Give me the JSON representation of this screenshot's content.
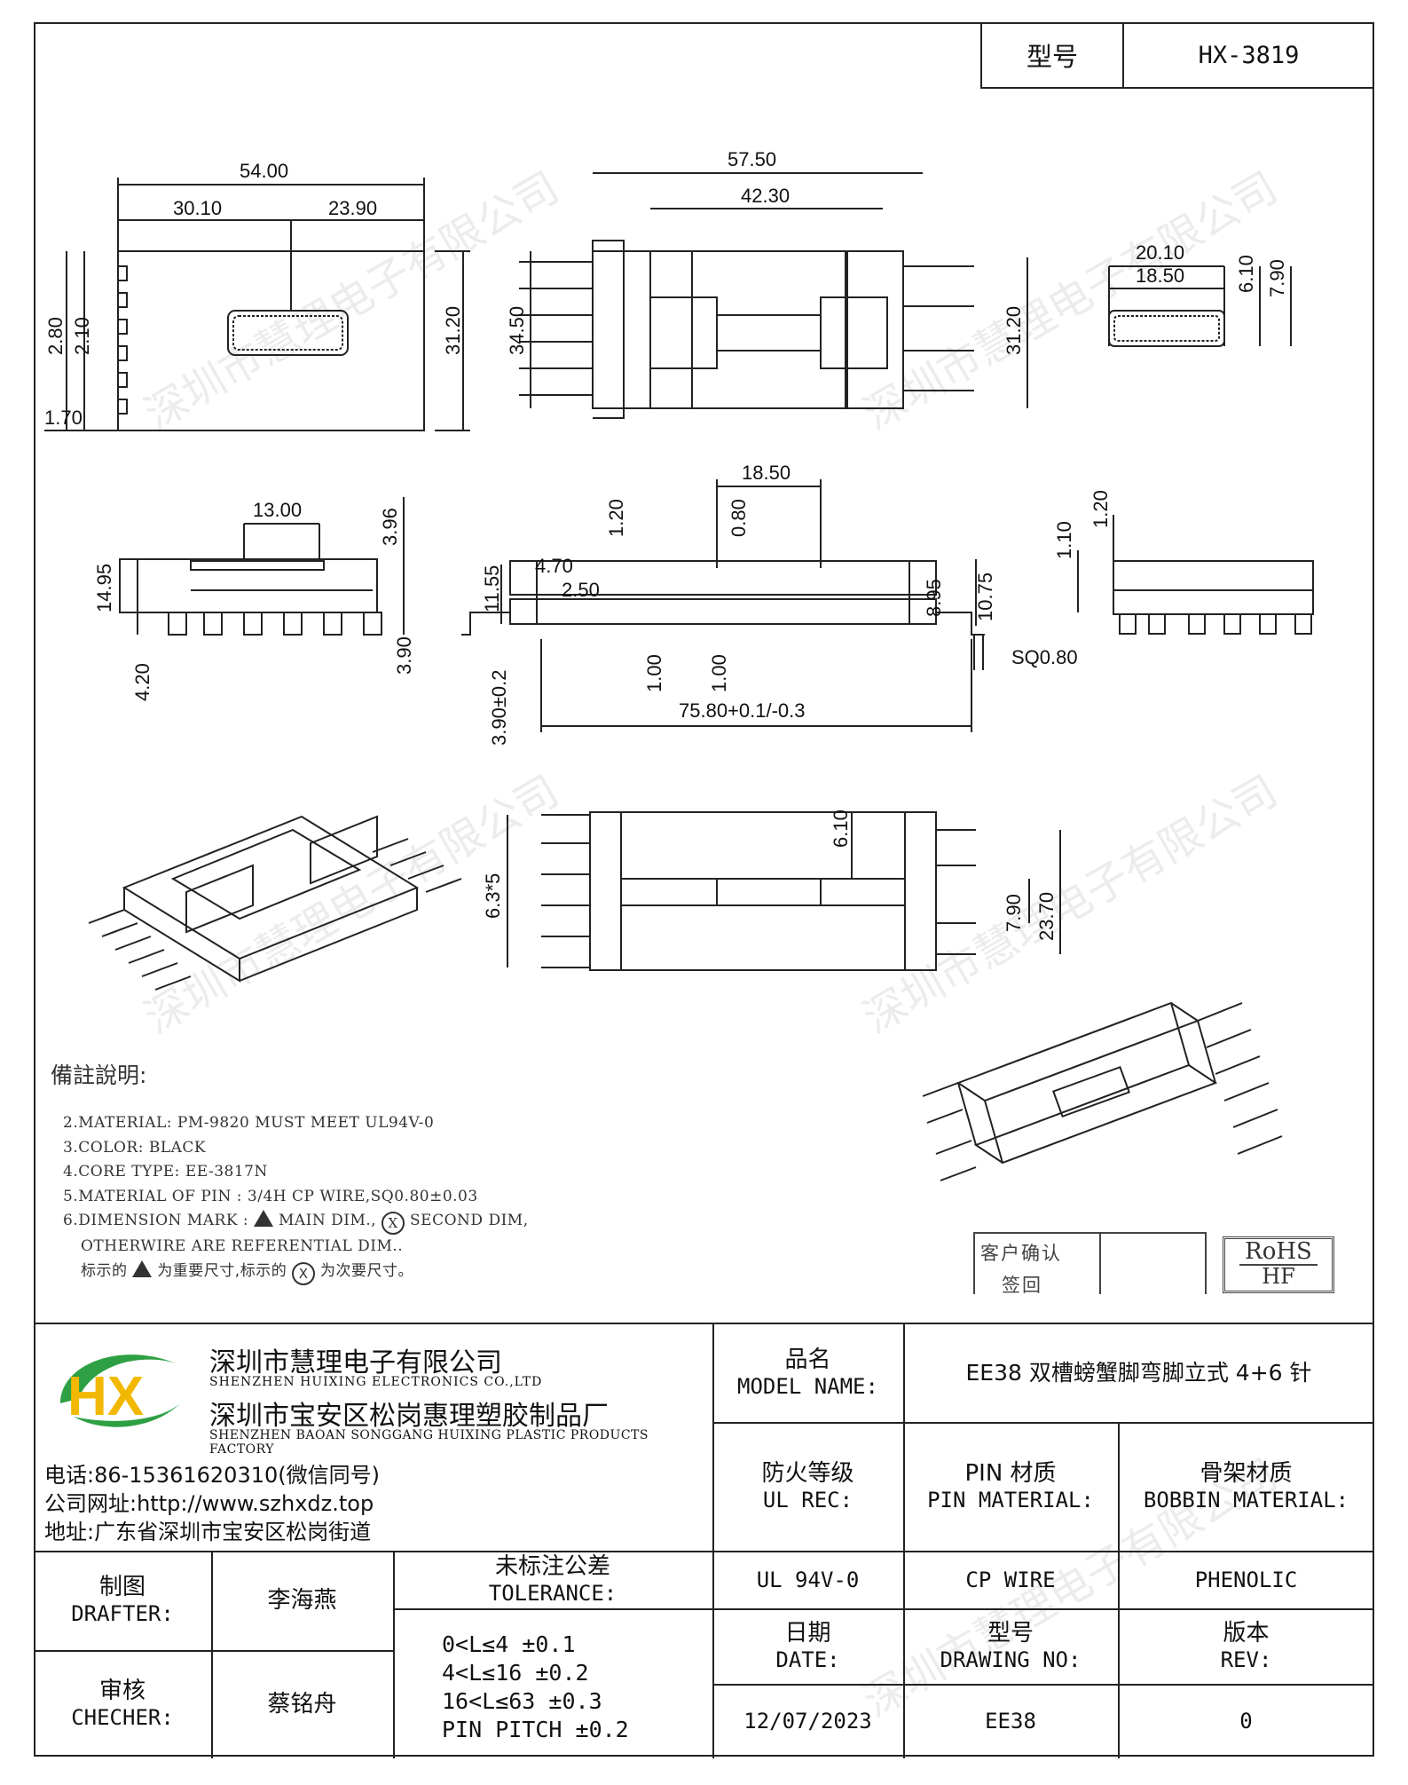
{
  "header": {
    "model_label": "型号",
    "model_value": "HX-3819"
  },
  "dimensions": {
    "top_view": [
      "54.00",
      "30.10",
      "23.90",
      "2.80",
      "2.10",
      "1.70",
      "31.20"
    ],
    "front_view": [
      "57.50",
      "42.30",
      "34.50",
      "31.20"
    ],
    "end_view": [
      "20.10",
      "18.50",
      "6.10",
      "7.90"
    ],
    "side_view": [
      "13.00",
      "3.96",
      "14.95",
      "4.20",
      "3.90"
    ],
    "mid_view": [
      "18.50",
      "1.20",
      "0.80",
      "11.55",
      "4.70",
      "2.50",
      "8.95",
      "10.75",
      "1.00",
      "1.00",
      "SQ0.80",
      "3.90±0.2",
      "75.80+0.1/-0.3"
    ],
    "right_side_view": [
      "1.10",
      "1.20"
    ],
    "bottom_view": [
      "6.10",
      "6.3*5",
      "7.90",
      "23.70"
    ]
  },
  "notes": {
    "title": "備註說明:",
    "lines": [
      "2.MATERIAL: PM-9820 MUST MEET UL94V-0",
      "3.COLOR:  BLACK",
      "4.CORE TYPE: EE-3817N",
      "5.MATERIAL OF PIN : 3/4H CP WIRE,SQ0.80±0.03"
    ],
    "dim_prefix": "6.DIMENSION MARK :",
    "main_dim": "MAIN DIM.,",
    "second_dim": "SECOND DIM,",
    "other_line": "OTHERWIRE ARE REFERENTIAL DIM..",
    "cn_a": "标示的",
    "cn_b": "为重要尺寸,标示的",
    "cn_c": "为次要尺寸。",
    "second_mark": "X"
  },
  "confirm": {
    "line1": "客户确认",
    "line2": "签回"
  },
  "rohs": {
    "line1": "RoHS",
    "line2": "HF"
  },
  "watermark": "深圳市慧理电子有限公司",
  "company": {
    "logo_text": "HX",
    "name_cn": "深圳市慧理电子有限公司",
    "name_en": "SHENZHEN HUIXING ELECTRONICS CO.,LTD",
    "factory_cn": "深圳市宝安区松岗惠理塑胶制品厂",
    "factory_en": "SHENZHEN BAOAN SONGGANG HUIXING PLASTIC PRODUCTS FACTORY",
    "phone": "电话:86-15361620310(微信同号)",
    "website": "公司网址:http://www.szhxdz.top",
    "address": "地址:广东省深圳市宝安区松岗街道"
  },
  "titleblock": {
    "model_name_cn": "品名",
    "model_name_en": "MODEL NAME:",
    "model_name_value": "EE38 双槽螃蟹脚弯脚立式 4+6 针",
    "ul_cn": "防火等级",
    "ul_en": "UL REC:",
    "pin_cn": "PIN 材质",
    "pin_en": "PIN MATERIAL:",
    "bobbin_cn": "骨架材质",
    "bobbin_en": "BOBBIN MATERIAL:",
    "ul_value": "UL 94V-0",
    "pin_value": "CP WIRE",
    "bobbin_value": "PHENOLIC",
    "drafter_cn": "制图",
    "drafter_en": "DRAFTER:",
    "drafter_name": "李海燕",
    "checker_cn": "审核",
    "checker_en": "CHECHER:",
    "checker_name": "蔡铭舟",
    "tol_cn": "未标注公差",
    "tol_en": "TOLERANCE:",
    "tol_lines": [
      "0<L≤4  ±0.1",
      "4<L≤16 ±0.2",
      "16<L≤63 ±0.3",
      "PIN PITCH ±0.2"
    ],
    "date_cn": "日期",
    "date_en": "DATE:",
    "drawing_cn": "型号",
    "drawing_en": "DRAWING NO:",
    "rev_cn": "版本",
    "rev_en": "REV:",
    "date_value": "12/07/2023",
    "drawing_value": "EE38",
    "rev_value": "0"
  }
}
